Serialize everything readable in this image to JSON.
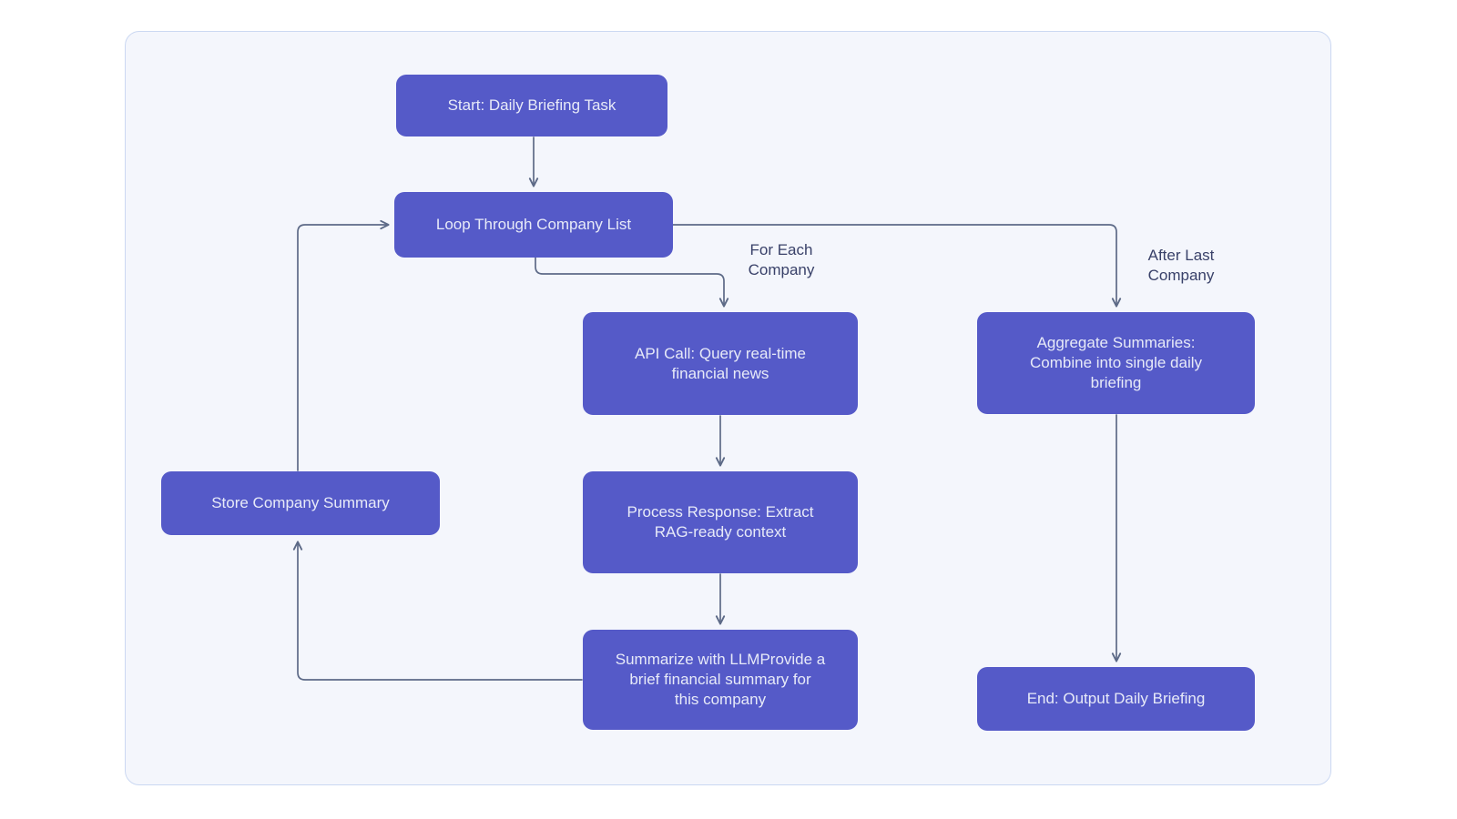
{
  "diagram": {
    "nodes": {
      "start": {
        "label": "Start: Daily Briefing Task"
      },
      "loop": {
        "label": "Loop Through Company List"
      },
      "api_call": {
        "label": "API Call: Query real-time\nfinancial news"
      },
      "process_response": {
        "label": "Process Response: Extract\nRAG-ready context"
      },
      "summarize": {
        "label": "Summarize with LLMProvide a\nbrief financial summary for\nthis company"
      },
      "store_summary": {
        "label": "Store Company Summary"
      },
      "aggregate": {
        "label": "Aggregate Summaries:\nCombine into single daily\nbriefing"
      },
      "end": {
        "label": "End: Output Daily Briefing"
      }
    },
    "edge_labels": {
      "for_each_company": "For Each\nCompany",
      "after_last_company": "After Last\nCompany"
    },
    "colors": {
      "node_fill": "#555AC8",
      "node_text": "#E7EAF8",
      "edge_line": "#5D6A87",
      "edge_label_text": "#394169",
      "panel_bg": "#F4F6FC",
      "panel_border": "#CBD8F2",
      "page_bg": "#FFFFFF"
    }
  }
}
